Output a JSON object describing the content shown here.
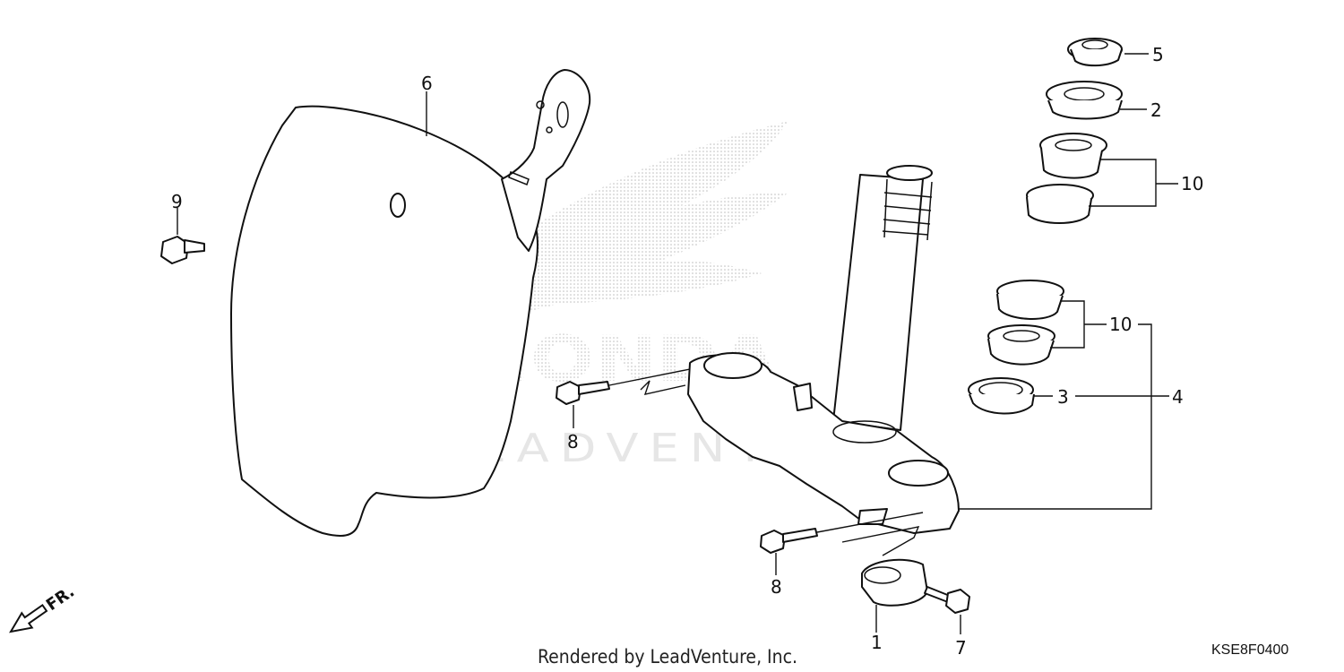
{
  "watermark": {
    "brand": "HONDA",
    "text": "LEADVENTURE"
  },
  "callouts": [
    {
      "id": "c1",
      "text": "1"
    },
    {
      "id": "c2",
      "text": "2"
    },
    {
      "id": "c3",
      "text": "3"
    },
    {
      "id": "c4",
      "text": "4"
    },
    {
      "id": "c5",
      "text": "5"
    },
    {
      "id": "c6",
      "text": "6"
    },
    {
      "id": "c7",
      "text": "7"
    },
    {
      "id": "c8a",
      "text": "8"
    },
    {
      "id": "c8b",
      "text": "8"
    },
    {
      "id": "c9",
      "text": "9"
    },
    {
      "id": "c10a",
      "text": "10"
    },
    {
      "id": "c10b",
      "text": "10"
    }
  ],
  "direction_marker": "FR.",
  "footer": {
    "credit": "Rendered by LeadVenture, Inc.",
    "diagram_code": "KSE8F0400"
  }
}
